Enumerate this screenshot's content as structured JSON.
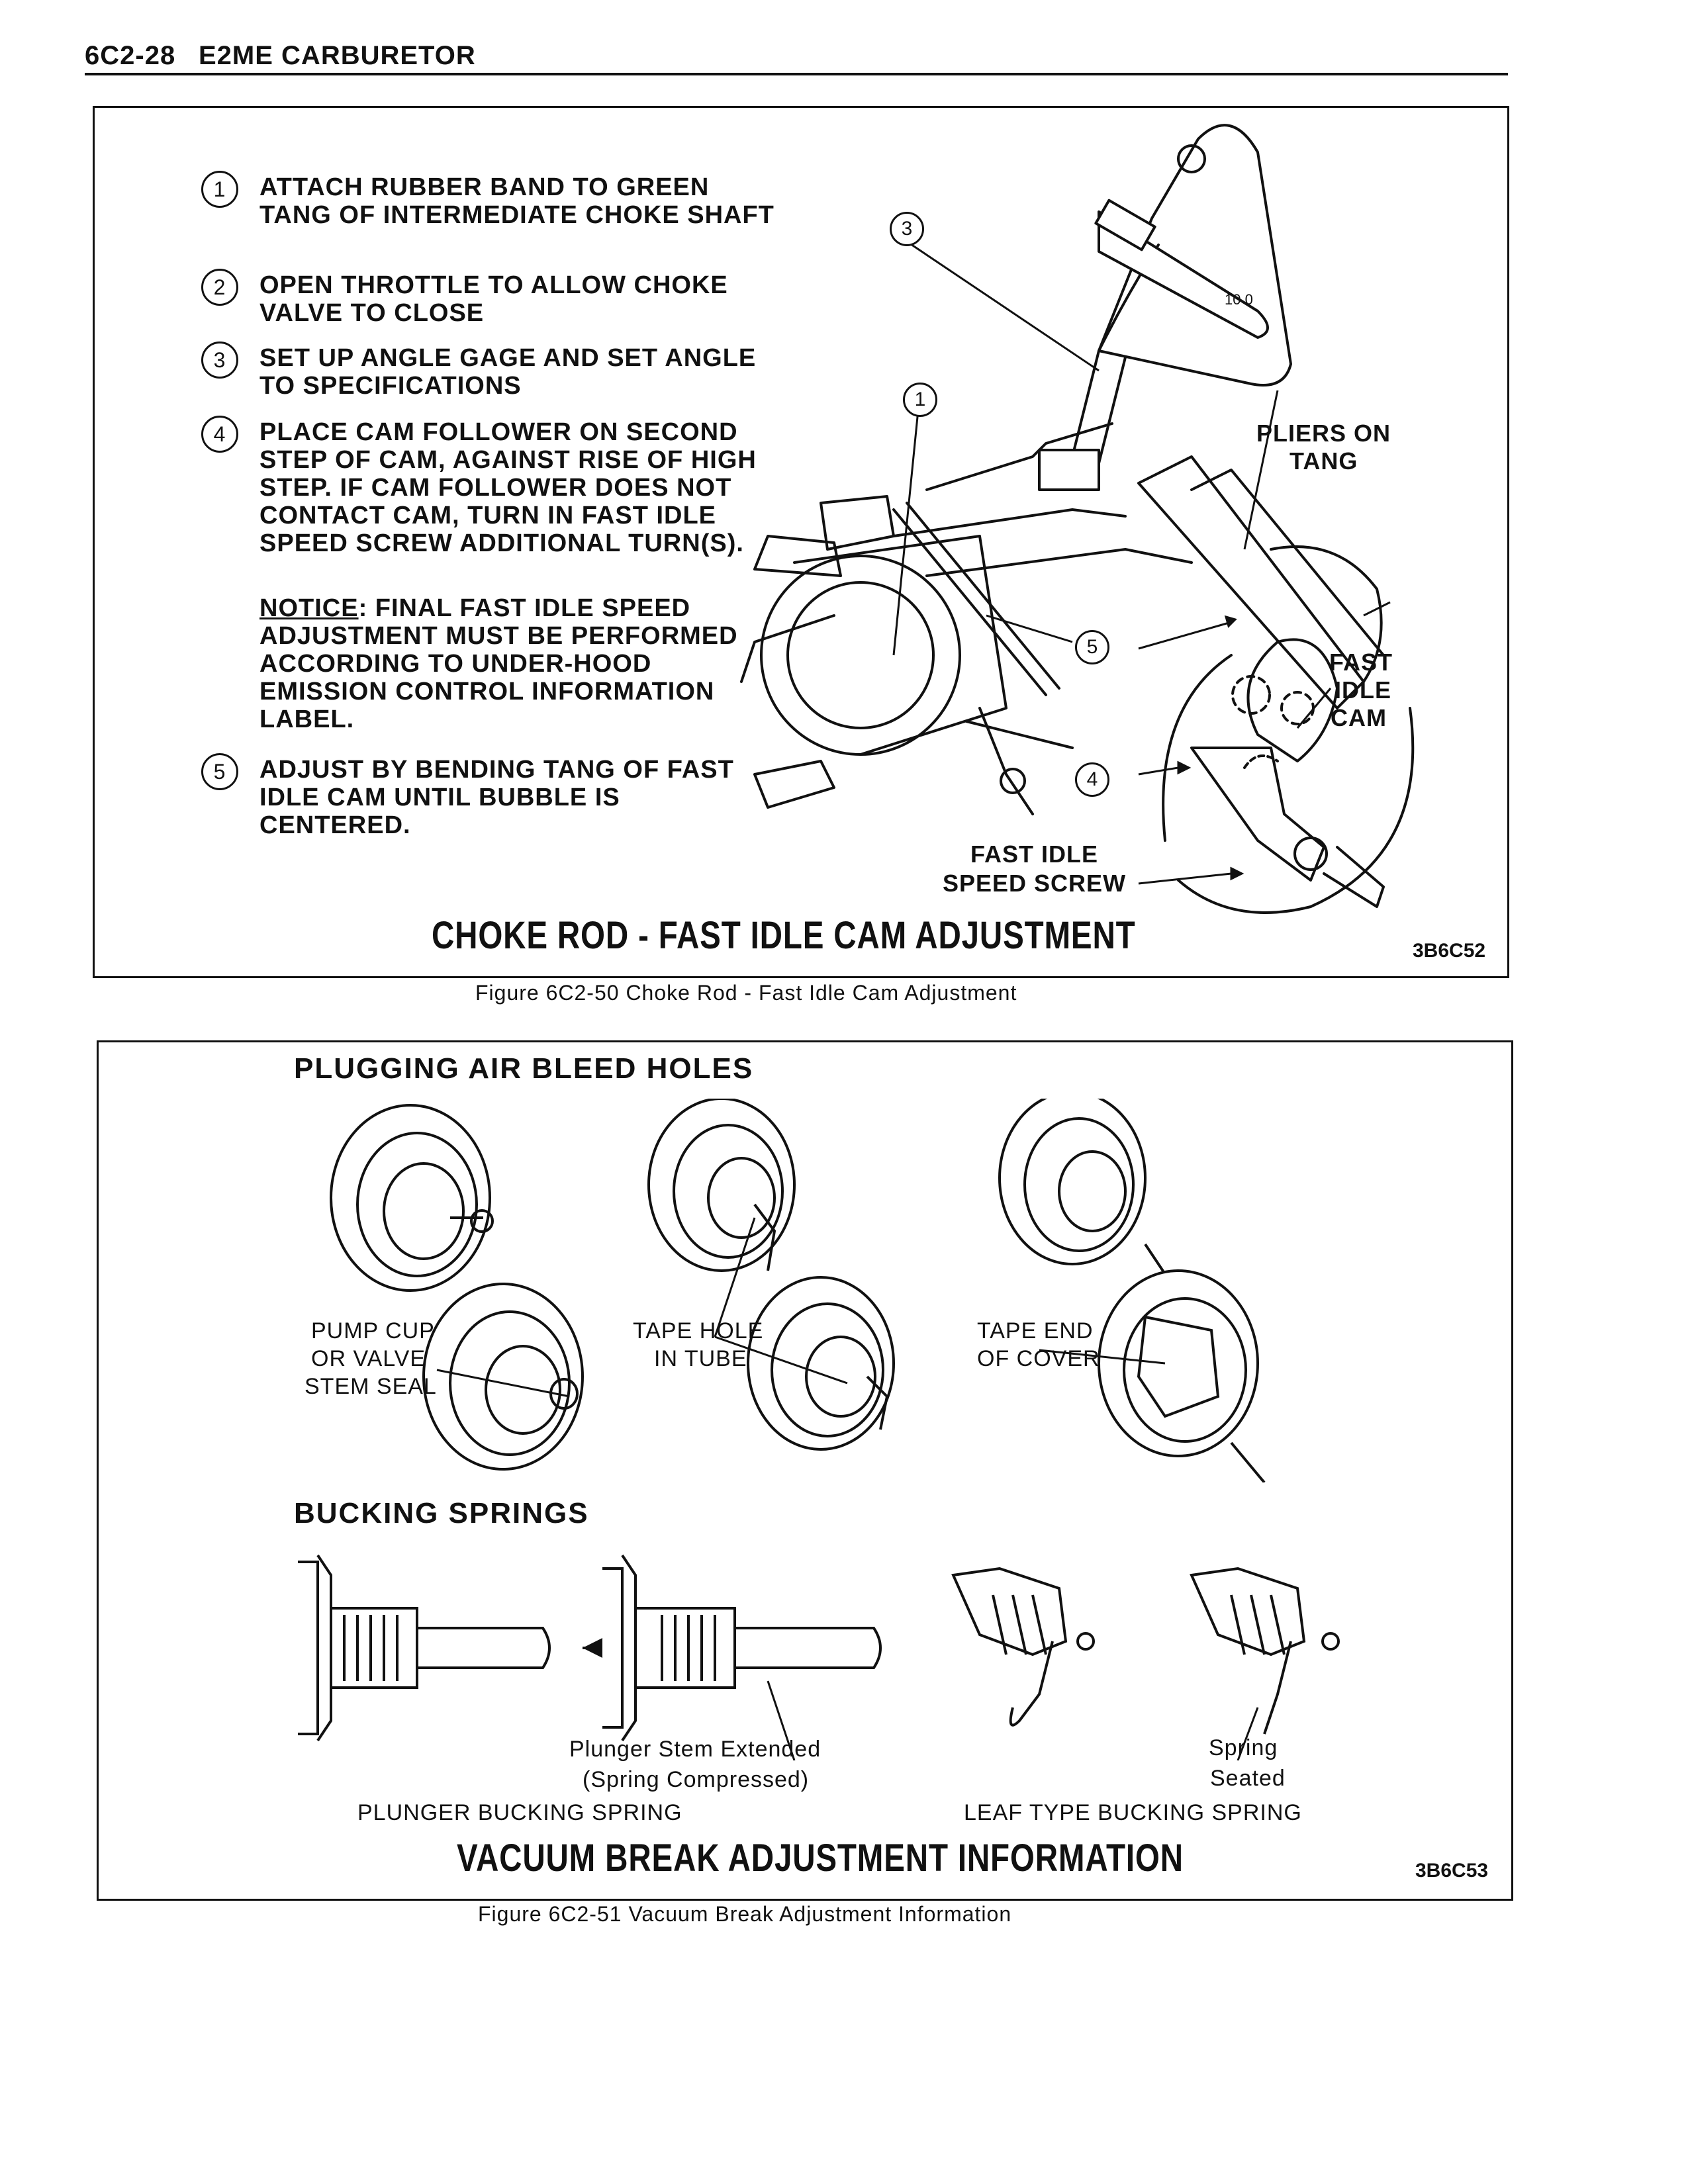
{
  "header": {
    "page_number": "6C2-28",
    "section_title": "E2ME CARBURETOR"
  },
  "figure1": {
    "steps": [
      {
        "num": "1",
        "text": "ATTACH RUBBER BAND TO GREEN TANG OF INTERMEDIATE CHOKE SHAFT"
      },
      {
        "num": "2",
        "text": "OPEN THROTTLE TO ALLOW CHOKE VALVE TO CLOSE"
      },
      {
        "num": "3",
        "text": "SET UP ANGLE GAGE AND SET ANGLE TO SPECIFICATIONS"
      },
      {
        "num": "4",
        "text": "PLACE CAM FOLLOWER ON SECOND STEP OF CAM, AGAINST RISE OF HIGH STEP. IF CAM FOLLOWER DOES NOT CONTACT CAM, TURN IN FAST IDLE SPEED SCREW ADDITIONAL TURN(S)."
      },
      {
        "num": "5",
        "text": "ADJUST BY BENDING TANG OF FAST IDLE CAM UNTIL BUBBLE IS CENTERED."
      }
    ],
    "notice_label": "NOTICE",
    "notice_text": ": FINAL FAST IDLE SPEED ADJUSTMENT MUST BE PERFORMED ACCORDING TO UNDER-HOOD EMISSION CONTROL INFORMATION LABEL.",
    "callouts": [
      "1",
      "3",
      "4",
      "5"
    ],
    "labels": {
      "pliers_line1": "PLIERS ON",
      "pliers_line2": "TANG",
      "fast_idle_cam_1": "FAST",
      "fast_idle_cam_2": "IDLE",
      "fast_idle_cam_3": "CAM",
      "screw_line1": "FAST IDLE",
      "screw_line2": "SPEED SCREW"
    },
    "gauge_mark": "10 0",
    "title": "CHOKE ROD - FAST IDLE CAM ADJUSTMENT",
    "code": "3B6C52",
    "caption": "Figure 6C2-50 Choke Rod - Fast Idle Cam Adjustment"
  },
  "figure2": {
    "section1_title": "PLUGGING AIR BLEED HOLES",
    "labels": {
      "pump_cup_1": "PUMP CUP",
      "pump_cup_2": "OR VALVE",
      "pump_cup_3": "STEM SEAL",
      "tape_hole_1": "TAPE HOLE",
      "tape_hole_2": "IN TUBE",
      "tape_end_1": "TAPE END",
      "tape_end_2": "OF COVER"
    },
    "section2_title": "BUCKING SPRINGS",
    "plunger_note_1": "Plunger Stem Extended",
    "plunger_note_2": "(Spring Compressed)",
    "plunger_label": "PLUNGER BUCKING SPRING",
    "spring_note_1": "Spring",
    "spring_note_2": "Seated",
    "leaf_label": "LEAF TYPE BUCKING SPRING",
    "title": "VACUUM BREAK ADJUSTMENT INFORMATION",
    "code": "3B6C53",
    "caption": "Figure 6C2-51 Vacuum Break Adjustment Information"
  }
}
